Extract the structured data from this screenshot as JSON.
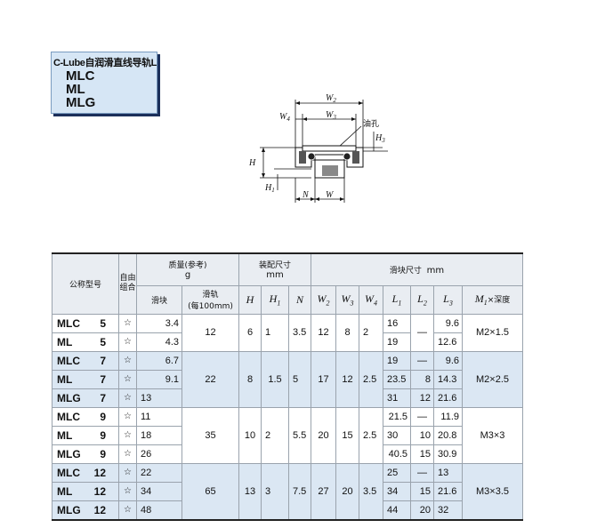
{
  "title": {
    "line1": "C-Lube自润滑直线导轨L",
    "models": [
      "MLC",
      "ML",
      "MLG"
    ]
  },
  "drawing": {
    "labels": {
      "w2": "W",
      "w2_sub": "2",
      "w4": "W",
      "w4_sub": "4",
      "w3": "W",
      "w3_sub": "3",
      "oil": "油孔",
      "h3": "H",
      "h3_sub": "3",
      "h": "H",
      "h1": "H",
      "h1_sub": "1",
      "n": "N",
      "w": "W"
    }
  },
  "table": {
    "header": {
      "model": "公称型号",
      "free_combo": "自由组合",
      "mass": "质量(参考)",
      "mass_unit": "g",
      "block": "滑块",
      "rail": "滑轨",
      "rail_unit": "(每100mm)",
      "assembly": "装配尺寸",
      "assembly_unit": "mm",
      "block_dims": "滑块尺寸",
      "block_dims_unit": "mm",
      "H": "H",
      "H1": "H",
      "H1_sub": "1",
      "N": "N",
      "W2": "W",
      "W2_sub": "2",
      "W3": "W",
      "W3_sub": "3",
      "W4": "W",
      "W4_sub": "4",
      "L1": "L",
      "L1_sub": "1",
      "L2": "L",
      "L2_sub": "2",
      "L3": "L",
      "L3_sub": "3",
      "M1": "M",
      "M1_sub": "1",
      "M1_suffix": "×深度"
    },
    "groups": [
      {
        "rail": "12",
        "H": "6",
        "H1": "1",
        "N": "3.5",
        "W2": "12",
        "W3": "8",
        "W4": "2",
        "M1": "M2×1.5",
        "rows": [
          {
            "model": "MLC",
            "size": "5",
            "star": "☆",
            "block": "3.4",
            "L1": "16",
            "L2": "—",
            "L3": "9.6"
          },
          {
            "model": "ML",
            "size": "5",
            "star": "☆",
            "block": "4.3",
            "L1": "19",
            "L2": "",
            "L3": "12.6"
          }
        ]
      },
      {
        "rail": "22",
        "H": "8",
        "H1": "1.5",
        "N": "5",
        "W2": "17",
        "W3": "12",
        "W4": "2.5",
        "M1": "M2×2.5",
        "rows": [
          {
            "model": "MLC",
            "size": "7",
            "star": "☆",
            "block": "6.7",
            "L1": "19",
            "L2": "—",
            "L3": "9.6"
          },
          {
            "model": "ML",
            "size": "7",
            "star": "☆",
            "block": "9.1",
            "L1": "23.5",
            "L2": "8",
            "L3": "14.3"
          },
          {
            "model": "MLG",
            "size": "7",
            "star": "☆",
            "block": "13",
            "L1": "31",
            "L2": "12",
            "L3": "21.6"
          }
        ]
      },
      {
        "rail": "35",
        "H": "10",
        "H1": "2",
        "N": "5.5",
        "W2": "20",
        "W3": "15",
        "W4": "2.5",
        "M1": "M3×3",
        "rows": [
          {
            "model": "MLC",
            "size": "9",
            "star": "☆",
            "block": "11",
            "L1": "21.5",
            "L2": "—",
            "L3": "11.9"
          },
          {
            "model": "ML",
            "size": "9",
            "star": "☆",
            "block": "18",
            "L1": "30",
            "L2": "10",
            "L3": "20.8"
          },
          {
            "model": "MLG",
            "size": "9",
            "star": "☆",
            "block": "26",
            "L1": "40.5",
            "L2": "15",
            "L3": "30.9"
          }
        ]
      },
      {
        "rail": "65",
        "H": "13",
        "H1": "3",
        "N": "7.5",
        "W2": "27",
        "W3": "20",
        "W4": "3.5",
        "M1": "M3×3.5",
        "rows": [
          {
            "model": "MLC",
            "size": "12",
            "star": "☆",
            "block": "22",
            "L1": "25",
            "L2": "—",
            "L3": "13"
          },
          {
            "model": "ML",
            "size": "12",
            "star": "☆",
            "block": "34",
            "L1": "34",
            "L2": "15",
            "L3": "21.6"
          },
          {
            "model": "MLG",
            "size": "12",
            "star": "☆",
            "block": "48",
            "L1": "44",
            "L2": "20",
            "L3": "32"
          }
        ]
      }
    ]
  }
}
